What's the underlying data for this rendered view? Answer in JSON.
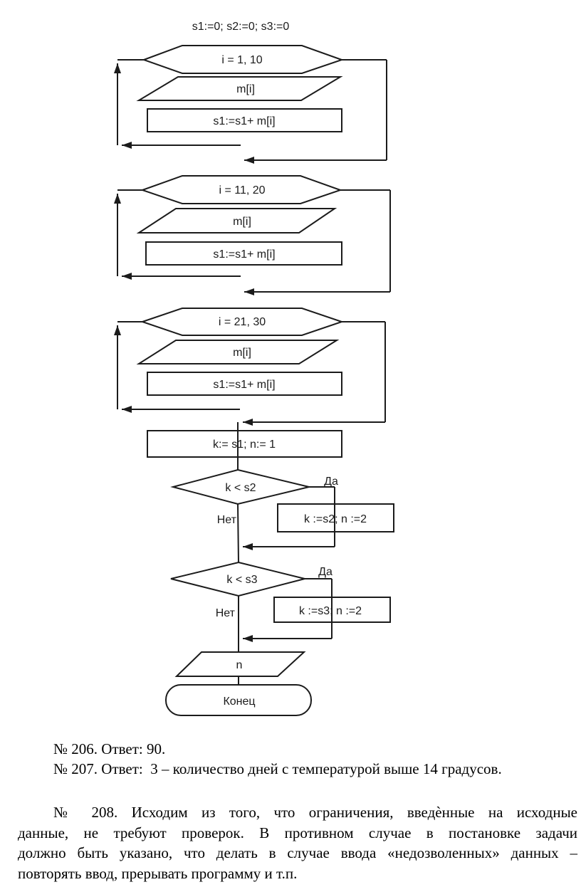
{
  "flowchart": {
    "init_text": "s1:=0; s2:=0; s3:=0",
    "loops": [
      {
        "header": "i = 1, 10",
        "input": "m[i]",
        "process": "s1:=s1+ m[i]"
      },
      {
        "header": "i = 11, 20",
        "input": "m[i]",
        "process": "s1:=s1+ m[i]"
      },
      {
        "header": "i = 21, 30",
        "input": "m[i]",
        "process": "s1:=s1+ m[i]"
      }
    ],
    "assign": "k:= s1; n:= 1",
    "decision1": {
      "condition": "k < s2",
      "yes_label": "Да",
      "no_label": "Нет",
      "action": "k :=s2; n :=2"
    },
    "decision2": {
      "condition": "k < s3",
      "yes_label": "Да",
      "no_label": "Нет",
      "action": "k :=s3; n :=2"
    },
    "output": "n",
    "end_label": "Конец",
    "line_color": "#1b1b1b"
  },
  "answers": {
    "line206": "№ 206. Ответ: 90.",
    "line207": "№ 207. Ответ:  3 – количество дней с температурой выше 14 градусов.",
    "para208_lines": [
      "№ 208. Исходим из того, что ограничения, введѐнные на исходные",
      "данные, не требуют проверок. В противном случае в постановке задачи",
      "должно быть указано, что делать в случае ввода «недозволенных» данных –",
      "повторять ввод, прерывать программу и т.п."
    ]
  }
}
